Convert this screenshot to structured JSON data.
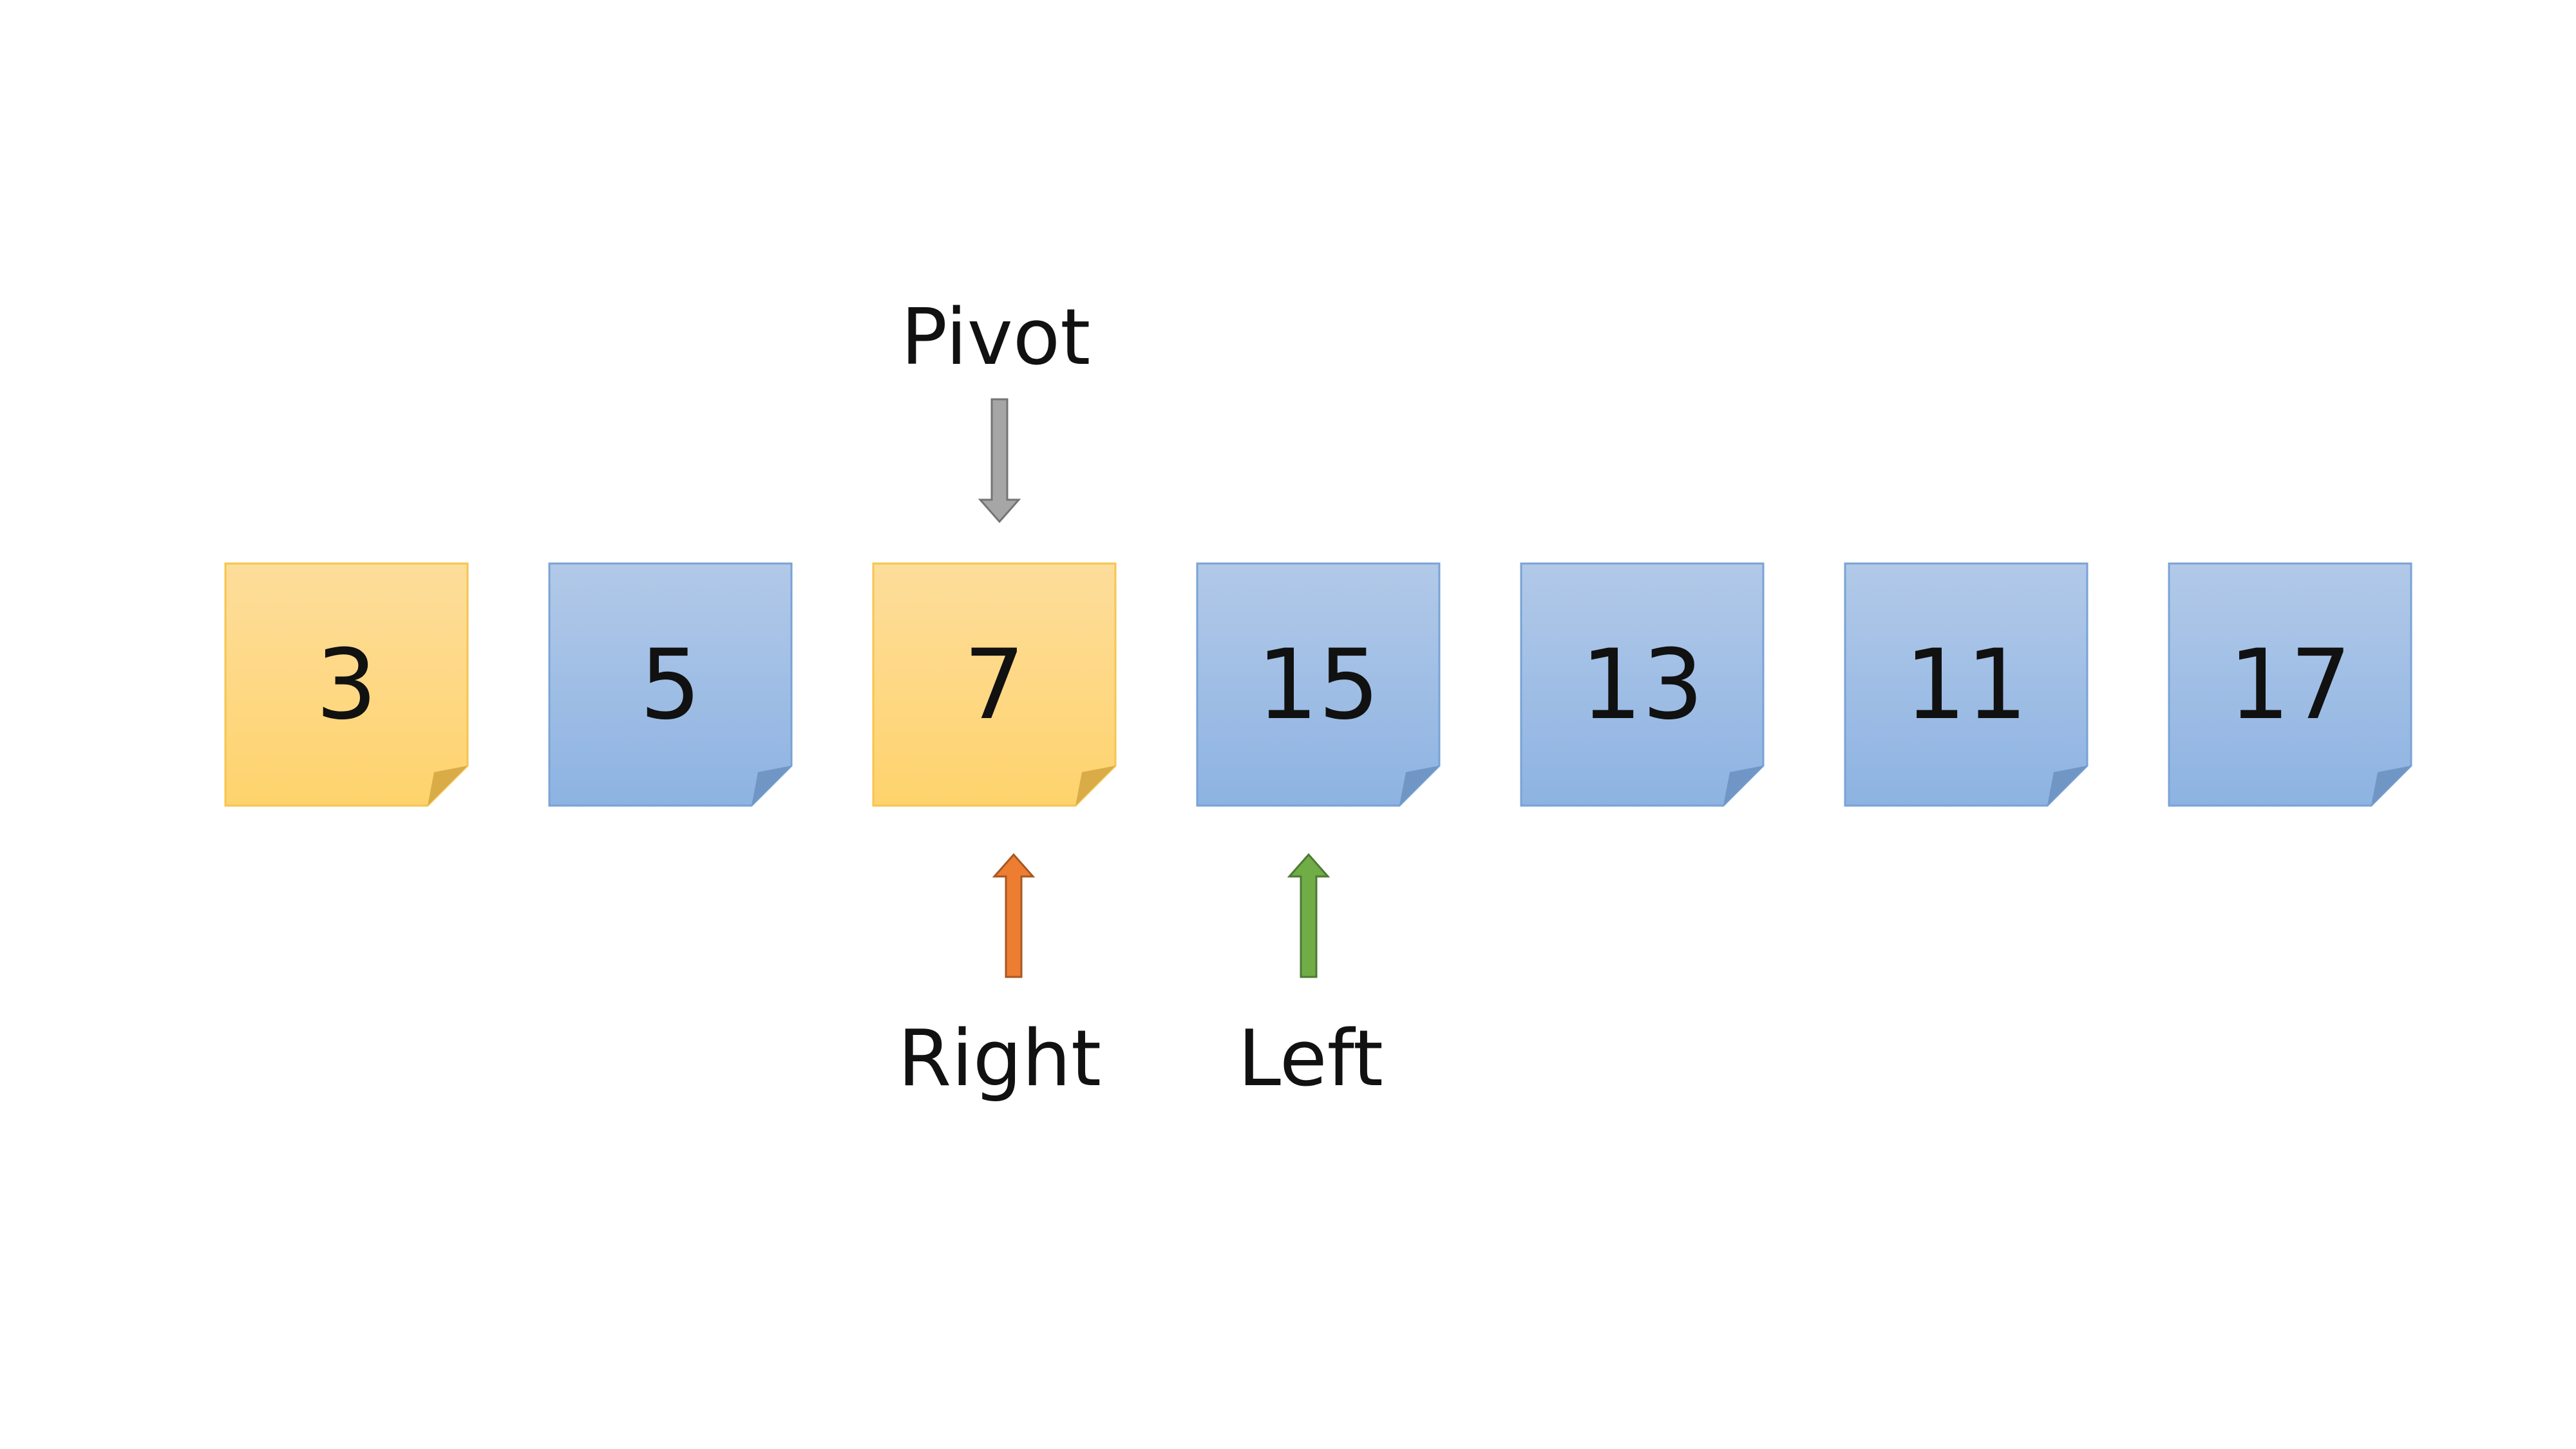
{
  "array": {
    "items": [
      {
        "value": "3",
        "color": "yellow"
      },
      {
        "value": "5",
        "color": "blue"
      },
      {
        "value": "7",
        "color": "yellow"
      },
      {
        "value": "15",
        "color": "blue"
      },
      {
        "value": "13",
        "color": "blue"
      },
      {
        "value": "11",
        "color": "blue"
      },
      {
        "value": "17",
        "color": "blue"
      }
    ]
  },
  "pointers": {
    "pivot": {
      "label": "Pivot",
      "index": 2,
      "color": "#a6a6a6"
    },
    "right": {
      "label": "Right",
      "index": 2,
      "color": "#ed7d31"
    },
    "left": {
      "label": "Left",
      "index": 3,
      "color": "#70ad47"
    }
  },
  "colors": {
    "yellow_top": "#fddd9b",
    "yellow_bottom": "#fed36d",
    "yellow_border": "#f6c54e",
    "yellow_fold": "#d9ac47",
    "blue_top": "#b2c9e8",
    "blue_bottom": "#8db3e2",
    "blue_border": "#79a3d5",
    "blue_fold": "#6f96c4"
  }
}
